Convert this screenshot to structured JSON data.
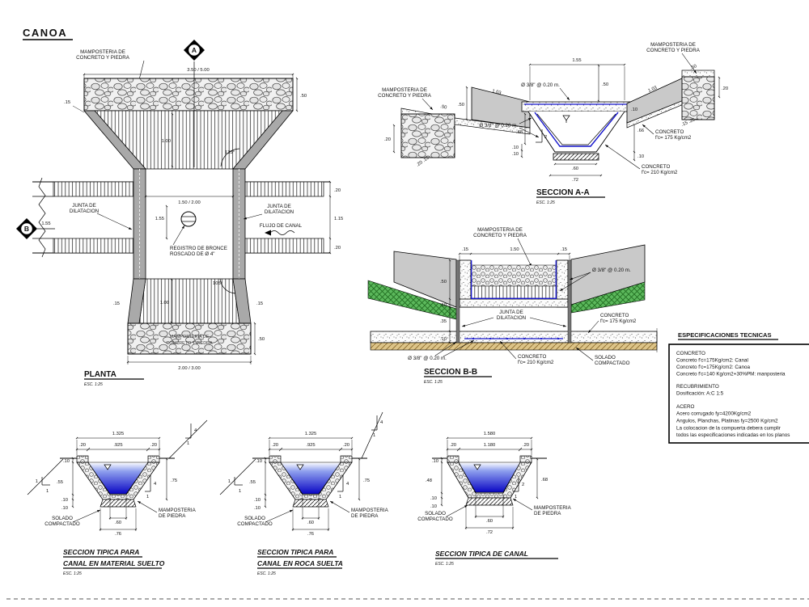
{
  "page": {
    "title": "CANOA"
  },
  "markers": {
    "a": "A",
    "b": "B"
  },
  "planta": {
    "title": "PLANTA",
    "scale": "ESC. 1:25",
    "mamposteria_top_l1": "MAMPOSTERIA DE",
    "mamposteria_top_l2": "CONCRETO Y PIEDRA",
    "mamposteria_bot_l1": "MAMPOSTERIA DE",
    "mamposteria_bot_l2": "CONCRETO Y PIEDRA",
    "junta_left_l1": "JUNTA DE",
    "junta_left_l2": "DILATACION",
    "junta_right_l1": "JUNTA DE",
    "junta_right_l2": "DILATACION",
    "flujo": "FLUJO DE CANAL",
    "registro_l1": "REGISTRO DE BRONCE",
    "registro_l2": "ROSCADO DE Ø 4\"",
    "dim_top": "3.50 / 5.00",
    "dim_band_h": ".50",
    "dim_15_topleft": ".15",
    "dim_100_top": "1.00",
    "ang_135": "135°",
    "dim_155_left": "1.55",
    "dim_150_200": "1.50 / 2.00",
    "dim_155_mid": "1.55",
    "dim_20_r_top": ".20",
    "dim_115_r": "1.15",
    "dim_20_r_bot": ".20",
    "ang_105": "105°",
    "dim_100_bot": "1.00",
    "dim_15_botleft": ".15",
    "dim_15_botright": ".15",
    "dim_band_h_bot": ".50",
    "dim_bottom": "2.00 / 3.00"
  },
  "seccion_aa": {
    "title": "SECCION A-A",
    "scale": "ESC. 1:25",
    "mamp_left_l1": "MAMPOSTERIA DE",
    "mamp_left_l2": "CONCRETO Y PIEDRA",
    "mamp_right_l1": "MAMPOSTERIA DE",
    "mamp_right_l2": "CONCRETO Y PIEDRA",
    "rebar_top": "Ø 3/8\" @ 0.20 m.",
    "rebar_left": "Ø 3/8\" @ 0.20 m.",
    "concreto_175_l1": "CONCRETO",
    "concreto_175_l2": "f'c= 175 Kg/cm2",
    "concreto_210_l1": "CONCRETO",
    "concreto_210_l2": "f'c= 210 Kg/cm2",
    "dim_155": "1.55",
    "dim_50_top": ".50",
    "dim_50_lwall": ".50",
    "dim_103_l": "1.03",
    "dim_103_r": "1.03",
    "dim_50_lcap": ".50",
    "dim_50_rcap": ".50",
    "dim_20_lmas": ".20",
    "dim_20_rmas": ".20",
    "dim_2015": ".20 .15",
    "dim_1520": ".15 .20",
    "dim_48": ".48",
    "slope_2": "2",
    "dim_10_a": ".10",
    "dim_10_b": ".10",
    "dim_66": ".66",
    "dim_10_r": ".10",
    "dim_10_slab": ".10",
    "dim_60": ".60",
    "dim_72": ".72"
  },
  "seccion_bb": {
    "title": "SECCION B-B",
    "scale": "ESC. 1:25",
    "mamp_l1": "MAMPOSTERIA DE",
    "mamp_l2": "CONCRETO Y PIEDRA",
    "dim_15_l": ".15",
    "dim_150": "1.50",
    "dim_15_r": ".15",
    "dim_50": ".50",
    "dim_10_a": ".10",
    "dim_35": ".35",
    "dim_10_b": ".10",
    "rebar_wall": "Ø 3/8\" @ 0.20 m.",
    "rebar_slab": "Ø 3/8\" @ 0.20 m.",
    "junta_l1": "JUNTA DE",
    "junta_l2": "DILATACION",
    "concreto_175_l1": "CONCRETO",
    "concreto_175_l2": "f'c= 175 Kg/cm2",
    "concreto_210_l1": "CONCRETO",
    "concreto_210_l2": "f'c= 210 Kg/cm2",
    "solado_l1": "SOLADO",
    "solado_l2": "COMPACTADO"
  },
  "tipica1": {
    "title_l1": "SECCION TIPICA PARA",
    "title_l2": "CANAL EN MATERIAL SUELTO",
    "scale": "ESC. 1:25",
    "dim_top": "1.325",
    "dim_20l": ".20",
    "dim_mid": ".925",
    "dim_20r": ".20",
    "dim_10a": ".10",
    "dim_55": ".55",
    "dim_10b": ".10",
    "dim_10c": ".10",
    "dim_75": ".75",
    "dim_60": ".60",
    "dim_76": ".76",
    "slope_rv": "4",
    "slope_rh": "1",
    "slope_lv": "1",
    "slope_lh": "1",
    "solado_l1": "SOLADO",
    "solado_l2": "COMPACTADO",
    "mamp_l1": "MAMPOSTERIA",
    "mamp_l2": "DE PIEDRA"
  },
  "tipica2": {
    "title_l1": "SECCION TIPICA PARA",
    "title_l2": "CANAL EN ROCA SUELTA",
    "scale": "ESC. 1:25",
    "dim_top": "1.325",
    "dim_20l": ".20",
    "dim_mid": ".925",
    "dim_20r": ".20",
    "dim_10a": ".10",
    "dim_55": ".55",
    "dim_10b": ".10",
    "dim_10c": ".10",
    "dim_75": ".75",
    "dim_60": ".60",
    "dim_76": ".76",
    "slope_rv": "4",
    "slope_rh": "1",
    "slope_lv": "1",
    "slope_lh": "1",
    "solado_l1": "SOLADO",
    "solado_l2": "COMPACTADO",
    "mamp_l1": "MAMPOSTERIA",
    "mamp_l2": "DE PIEDRA"
  },
  "tipica3": {
    "title_l1": "SECCION TIPICA DE CANAL",
    "scale": "ESC. 1:25",
    "dim_top": "1.580",
    "dim_20l": ".20",
    "dim_mid": "1.180",
    "dim_20r": ".20",
    "dim_10a": ".10",
    "dim_48": ".48",
    "dim_10b": ".10",
    "dim_10c": ".10",
    "dim_68": ".68",
    "dim_60": ".60",
    "dim_72": ".72",
    "slope_v": "2",
    "slope_h": "1",
    "solado_l1": "SOLADO",
    "solado_l2": "COMPACTADO",
    "mamp_l1": "MAMPOSTERIA",
    "mamp_l2": "DE PIEDRA"
  },
  "specs": {
    "title": "ESPECIFICACIONES TECNICAS",
    "lines": [
      "CONCRETO",
      "Concreto f'c=175Kg/cm2:  Canal",
      "Concreto f'c=175Kg/cm2:  Canoa",
      "Concreto f'c=140 Kg/cm2+30%PM: manposteria",
      "RECUBRIMIENTO",
      "Dosificación: A:C 1:5",
      "ACERO",
      "Acero corrugado fy=4200Kg/cm2",
      "Angulos, Planchas, Platinas fy=2500 Kg/cm2",
      "La colocacion de la compuerta debera cumplir",
      "todos las especificaciones indicadas en los planos"
    ]
  }
}
